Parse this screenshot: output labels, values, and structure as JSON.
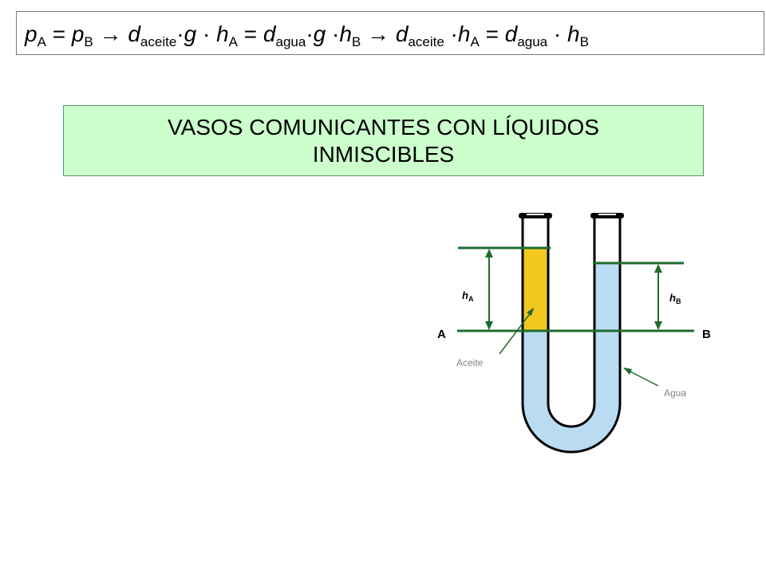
{
  "formula": {
    "parts": [
      {
        "t": "p",
        "i": true
      },
      {
        "t": "A",
        "sub": true
      },
      {
        "t": " = "
      },
      {
        "t": "p",
        "i": true
      },
      {
        "t": "B",
        "sub": true
      },
      {
        "t": " → "
      },
      {
        "t": "d",
        "i": true
      },
      {
        "t": "aceite",
        "sub": true
      },
      {
        "t": "·"
      },
      {
        "t": "g",
        "i": true
      },
      {
        "t": " · "
      },
      {
        "t": "h",
        "i": true
      },
      {
        "t": "A",
        "sub": true
      },
      {
        "t": " = "
      },
      {
        "t": "d",
        "i": true
      },
      {
        "t": "agua",
        "sub": true
      },
      {
        "t": "·"
      },
      {
        "t": "g",
        "i": true
      },
      {
        "t": " ·"
      },
      {
        "t": "h",
        "i": true
      },
      {
        "t": "B",
        "sub": true
      },
      {
        "t": " → "
      },
      {
        "t": "d",
        "i": true
      },
      {
        "t": "aceite",
        "sub": true
      },
      {
        "t": " ·"
      },
      {
        "t": "h",
        "i": true
      },
      {
        "t": "A",
        "sub": true
      },
      {
        "t": " = "
      },
      {
        "t": "d",
        "i": true
      },
      {
        "t": "agua",
        "sub": true
      },
      {
        "t": " · "
      },
      {
        "t": "h",
        "i": true
      },
      {
        "t": "B",
        "sub": true
      }
    ]
  },
  "title": "VASOS COMUNICANTES CON LÍQUIDOS INMISCIBLES",
  "diagram": {
    "label_hA": "h",
    "label_hA_sub": "A",
    "label_hB": "h",
    "label_hB_sub": "B",
    "label_A": "A",
    "label_B": "B",
    "label_oil": "Aceite",
    "label_water": "Agua",
    "colors": {
      "oil": "#f2c81e",
      "water": "#b9dcf2",
      "lines": "#1f6b2f",
      "glass": "#000000",
      "label_gray": "#808080"
    }
  }
}
